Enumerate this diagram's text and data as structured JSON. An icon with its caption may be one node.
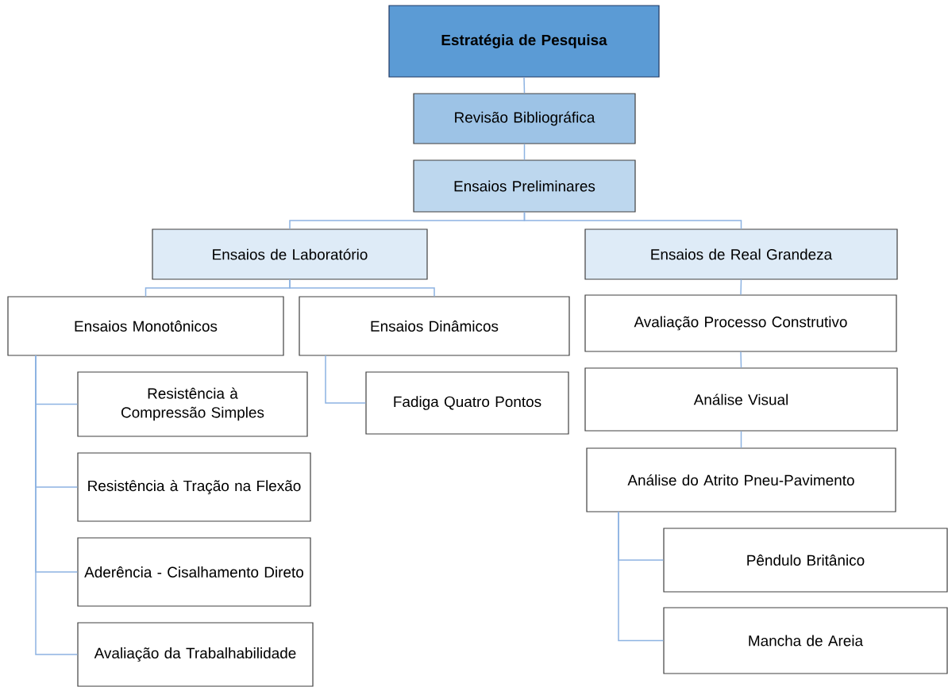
{
  "diagram": {
    "nodes": [
      {
        "text": [
          "Estratégia de Pesquisa"
        ]
      },
      {
        "text": [
          "Revisão Bibliográfica"
        ]
      },
      {
        "text": [
          "Ensaios Preliminares"
        ]
      },
      {
        "text": [
          "Ensaios de Laboratório"
        ]
      },
      {
        "text": [
          "Ensaios de Real Grandeza"
        ]
      },
      {
        "text": [
          "Ensaios Monotônicos"
        ]
      },
      {
        "text": [
          "Ensaios Dinâmicos"
        ]
      },
      {
        "text": [
          "Resistência à Compressão Simples"
        ]
      },
      {
        "text": [
          "Fadiga Quatro Pontos"
        ]
      },
      {
        "text": [
          "Resistência à Tração na Flexão"
        ]
      },
      {
        "text": [
          "Aderência - Cisalhamento Direto"
        ]
      },
      {
        "text": [
          "Avaliação da Trabalhabilidade"
        ]
      },
      {
        "text": [
          "Avaliação Processo Construtivo"
        ]
      },
      {
        "text": [
          "Análise Visual"
        ]
      },
      {
        "text": [
          "Análise do Atrito Pneu-Pavimento"
        ]
      },
      {
        "text": [
          "Pêndulo Britânico"
        ]
      },
      {
        "text": [
          "Mancha de Areia"
        ]
      }
    ],
    "edges": [
      {
        "from": 0,
        "to": 1,
        "arrow": "none"
      },
      {
        "from": 1,
        "to": 2,
        "arrow": "none"
      },
      {
        "from": 2,
        "to": 3,
        "arrow": "none"
      },
      {
        "from": 2,
        "to": 4,
        "arrow": "none"
      },
      {
        "from": 3,
        "to": 5,
        "arrow": "none"
      },
      {
        "from": 3,
        "to": 6,
        "arrow": "none"
      },
      {
        "from": 5,
        "to": 7,
        "arrow": "none"
      },
      {
        "from": 5,
        "to": 9,
        "arrow": "none"
      },
      {
        "from": 5,
        "to": 10,
        "arrow": "none"
      },
      {
        "from": 5,
        "to": 11,
        "arrow": "none"
      },
      {
        "from": 6,
        "to": 8,
        "arrow": "none"
      },
      {
        "from": 4,
        "to": 12,
        "arrow": "none"
      },
      {
        "from": 12,
        "to": 13,
        "arrow": "none"
      },
      {
        "from": 13,
        "to": 14,
        "arrow": "none"
      },
      {
        "from": 14,
        "to": 15,
        "arrow": "none"
      },
      {
        "from": 14,
        "to": 16,
        "arrow": "none"
      }
    ]
  }
}
